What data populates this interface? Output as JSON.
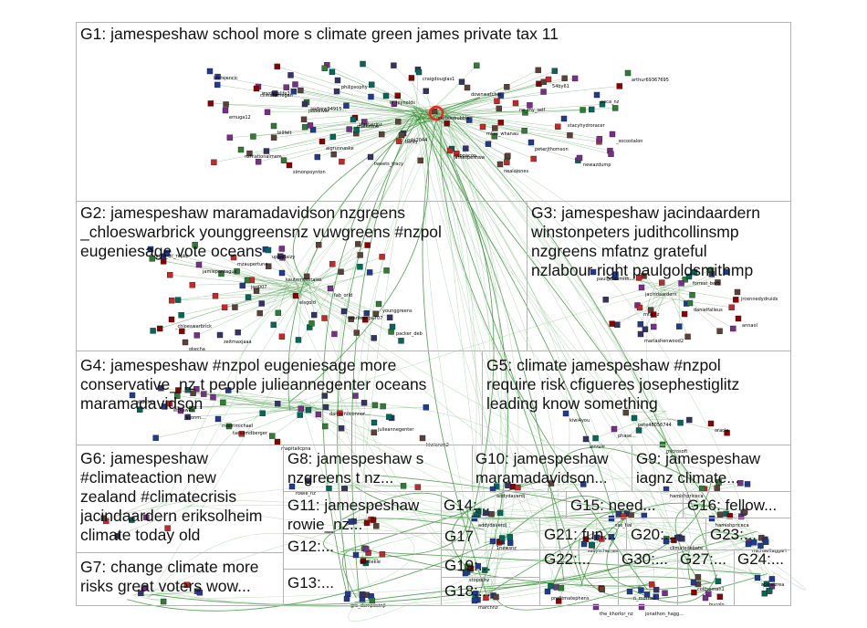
{
  "groups": {
    "g1": "G1: jamespeshaw school more s climate green james private tax 11",
    "g2": "G2: jamespeshaw maramadavidson nzgreens\n_chloeswarbrick younggreensnz vuwgreens #nzpol\neugeniesage vote oceans",
    "g3": "G3: jamespeshaw jacindaardern\nwinstonpeters judithcollinsmp\nnzgreens mfatnz grateful\nnzlabour right paulgoldsmithmp",
    "g4": "G4: jamespeshaw #nzpol eugeniesage more\nconservative_nz t people julieannegenter oceans\nmaramadavidson",
    "g5": "G5: climate jamespeshaw #nzpol\nrequire risk cfigueres josephestiglitz\nleading know something",
    "g6": "G6: jamespeshaw\n#climateaction new\nzealand #climatecrisis\njacindaardern eriksolheim\nclimate today old",
    "g7": "G7: change climate more\nrisks great voters wow...",
    "g8": "G8: jamespeshaw s\nnzgreens t nz...",
    "g9": "G9: jamespeshaw\niagnz climate...",
    "g10": "G10: jamespeshaw\nmaramadavidson...",
    "g11": "G11: jamespeshaw\nrowie_nz...",
    "g12": "G12:...",
    "g13": "G13:...",
    "g14": "G14:...",
    "g15": "G15: need...",
    "g16": "G16: fellow...",
    "g17": "G17",
    "g18": "G18:...",
    "g19": "G19:...",
    "g20": "G20:...",
    "g21": "G21: fun...",
    "g22": "G22:...",
    "g23": "G23:...",
    "g24": "G24:...",
    "g27": "G27:...",
    "g30": "G30:..."
  },
  "node_labels": {
    "g1": [
      "borisjencic",
      "mydogslife3",
      "andrew94915...",
      "alastairjnz",
      "robi2044",
      "pippacoo...",
      "nealajones",
      "54by61",
      "eeca_nz",
      "emuga12",
      "billfelt",
      "aigrunnaske",
      "tweets_tracy",
      "craigdouglas1",
      "downwatcher",
      "no_thy_self",
      "stacyhydroracer",
      "_xocostalon",
      "nzfnationalmem...",
      "simonpoynton",
      "philipsophy",
      "is_reynolds",
      "carbonbubble",
      "mliss_whanau",
      "peterjthomson",
      "newazdump",
      "arthur69367695",
      "climatemegan",
      "judioliver",
      "malkzone",
      "berzy",
      "jamespeshaw"
    ],
    "g2": [
      "laura_oc_rapke",
      "jamiepontague",
      "jorj007",
      "elsgold",
      "seanlepopa707",
      "packer_deb",
      "okecha",
      "mzaupertune",
      "kautemilestalas",
      "fab_orld",
      "younggreens",
      "_chloeswarbrick",
      "zeitmaxjaaa",
      "upsadaizy"
    ],
    "g3": [
      "paulgoldsmith...",
      "jacindaardern",
      "danielfalleus",
      "annaol",
      "marlashenwood2",
      "forrest_barb",
      "jrcennedydruids",
      "mfatnz"
    ],
    "g4": [
      "pfafcher",
      "jasonm...",
      "tassamdberger",
      "mapitalicpna",
      "damienoconnor...",
      "julieannegenter",
      "kiwlanzn2",
      "ethiawes",
      "maorimichael"
    ],
    "g5": [
      "kiwi4you",
      "phase...",
      "microsoft",
      "oracle",
      "google",
      "pete48056744"
    ],
    "g8": [
      "rowie_nz"
    ],
    "g9": [
      "hamishpriceca"
    ],
    "g10": [
      "addydaverdj"
    ],
    "g12": [
      "wikiliekie"
    ],
    "g13": [
      "gre_dompostnjl"
    ],
    "g14": [
      "addydaverdj"
    ],
    "g15": [
      "sas_bal"
    ],
    "g16": [
      "hamishpriceca"
    ],
    "g17": [
      "1newsnz"
    ],
    "g18": [
      "marchnz"
    ],
    "g19": [
      "stopoilnz"
    ],
    "g20": [
      "climatedebate"
    ],
    "g21": [
      "sallyschemes"
    ],
    "g22": [
      "profitmatephens",
      "the_khorlor_nz"
    ],
    "g23": [
      "michaeltaggart"
    ],
    "g24": [
      "ataraizrea"
    ],
    "g27": [
      "coltheman1",
      "bucolo"
    ],
    "g30": [
      "n_morna1",
      "jonathon_hagg..."
    ],
    "misc": [
      "simeonbrownmp"
    ]
  },
  "colors": {
    "edge_main": "#2e8b2e",
    "edge_light": "#9ccc9c",
    "pane_border": "#b4b4b4",
    "highlight": "#ff2020"
  }
}
